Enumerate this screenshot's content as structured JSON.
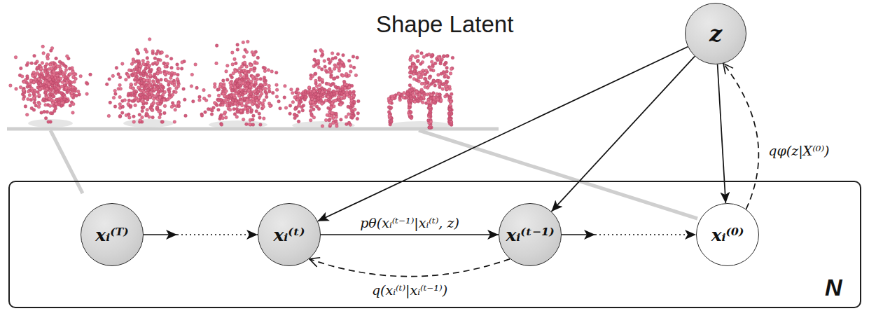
{
  "diagram": {
    "nodes": [
      {
        "text": [
          "z"
        ]
      },
      {
        "text": [
          "N"
        ]
      },
      {
        "text": [
          "xᵢ⁽ᵀ⁾"
        ],
        "in": 1
      },
      {
        "text": [
          "xᵢ⁽ᵗ⁾"
        ],
        "in": 1
      },
      {
        "text": [
          "xᵢ⁽ᵗ⁻¹⁾"
        ],
        "in": 1
      },
      {
        "text": [
          "xᵢ⁽⁰⁾"
        ],
        "in": 1
      }
    ],
    "edges": [
      {
        "from": 2,
        "to": 3,
        "arrow": "to"
      },
      {
        "from": 3,
        "to": 4,
        "label": "pθ(xᵢ⁽ᵗ⁻¹⁾|xᵢ⁽ᵗ⁾, z)",
        "arrow": "to"
      },
      {
        "from": 4,
        "to": 3,
        "label": "q(xᵢ⁽ᵗ⁾|xᵢ⁽ᵗ⁻¹⁾)",
        "arrow": "to"
      },
      {
        "from": 4,
        "to": 5,
        "arrow": "to"
      },
      {
        "from": 0,
        "to": 3,
        "arrow": "to"
      },
      {
        "from": 0,
        "to": 4,
        "arrow": "to"
      },
      {
        "from": 0,
        "to": 5,
        "arrow": "to"
      },
      {
        "from": 5,
        "to": 0,
        "label": "qφ(z|X⁽⁰⁾)",
        "arrow": "to"
      }
    ],
    "labels": [
      "Shape Latent"
    ]
  }
}
